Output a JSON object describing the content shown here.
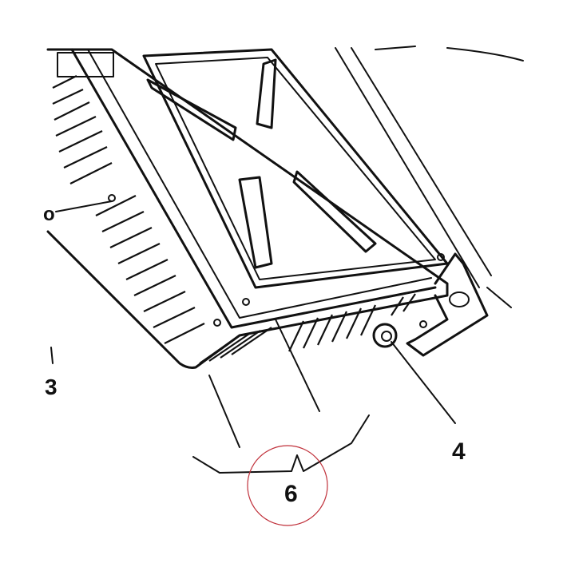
{
  "colors": {
    "ink": "#111111",
    "background": "#ffffff",
    "highlight_circle": "#c0303a"
  },
  "callouts": {
    "part_6": "6",
    "part_4": "4",
    "left_partial_3": "3",
    "left_partial_o": "o"
  },
  "highlighted_callout": "6"
}
